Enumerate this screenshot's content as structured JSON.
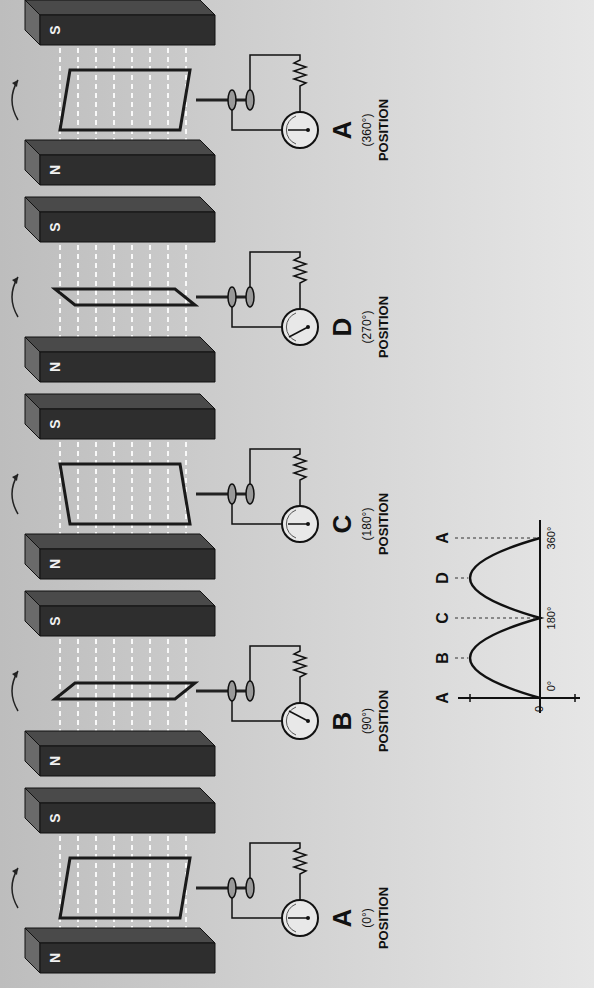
{
  "diagram": {
    "labels": [
      "N",
      "S",
      "A",
      "(0°)",
      "POSITION",
      "N",
      "S",
      "B",
      "(90°)",
      "POSITION",
      "N",
      "S",
      "C",
      "(180°)",
      "POSITION",
      "N",
      "S",
      "D",
      "(270°)",
      "POSITION",
      "N",
      "S",
      "A",
      "(360°)",
      "POSITION",
      "A",
      "B",
      "C",
      "D",
      "A",
      "0",
      "0°",
      "180°",
      "360°"
    ]
  }
}
